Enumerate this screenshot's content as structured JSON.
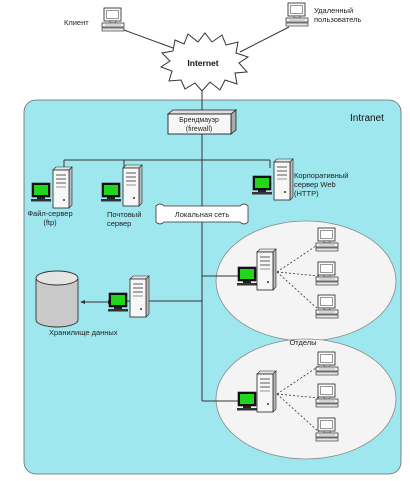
{
  "labels": {
    "client": "Клиент",
    "remote_user_line1": "Удаленный",
    "remote_user_line2": "пользователь",
    "internet": "Internet",
    "intranet": "Intranet",
    "firewall_line1": "Брендмауэр",
    "firewall_line2": "(firewall)",
    "ftp_server_line1": "Файл-сервер",
    "ftp_server_line2": "(ftp)",
    "mail_server_line1": "Почтовый",
    "mail_server_line2": "сервер",
    "corp_web_line1": "Корпоративный",
    "corp_web_line2": "сервер Web",
    "corp_web_line3": "(HTTP)",
    "lan": "Локальная сеть",
    "data_storage": "Хранилище данных",
    "departments": "Отделы"
  },
  "colors": {
    "intranet_bg": "#9fe7ee",
    "screen": "#22d61c",
    "ellipse_fill": "#f4f4f4"
  },
  "icons": {
    "workstation": "desktop-computer-icon",
    "server": "server-tower-icon",
    "database": "database-cylinder-icon",
    "firewall": "firewall-box-icon",
    "cloud": "cloud-icon"
  }
}
